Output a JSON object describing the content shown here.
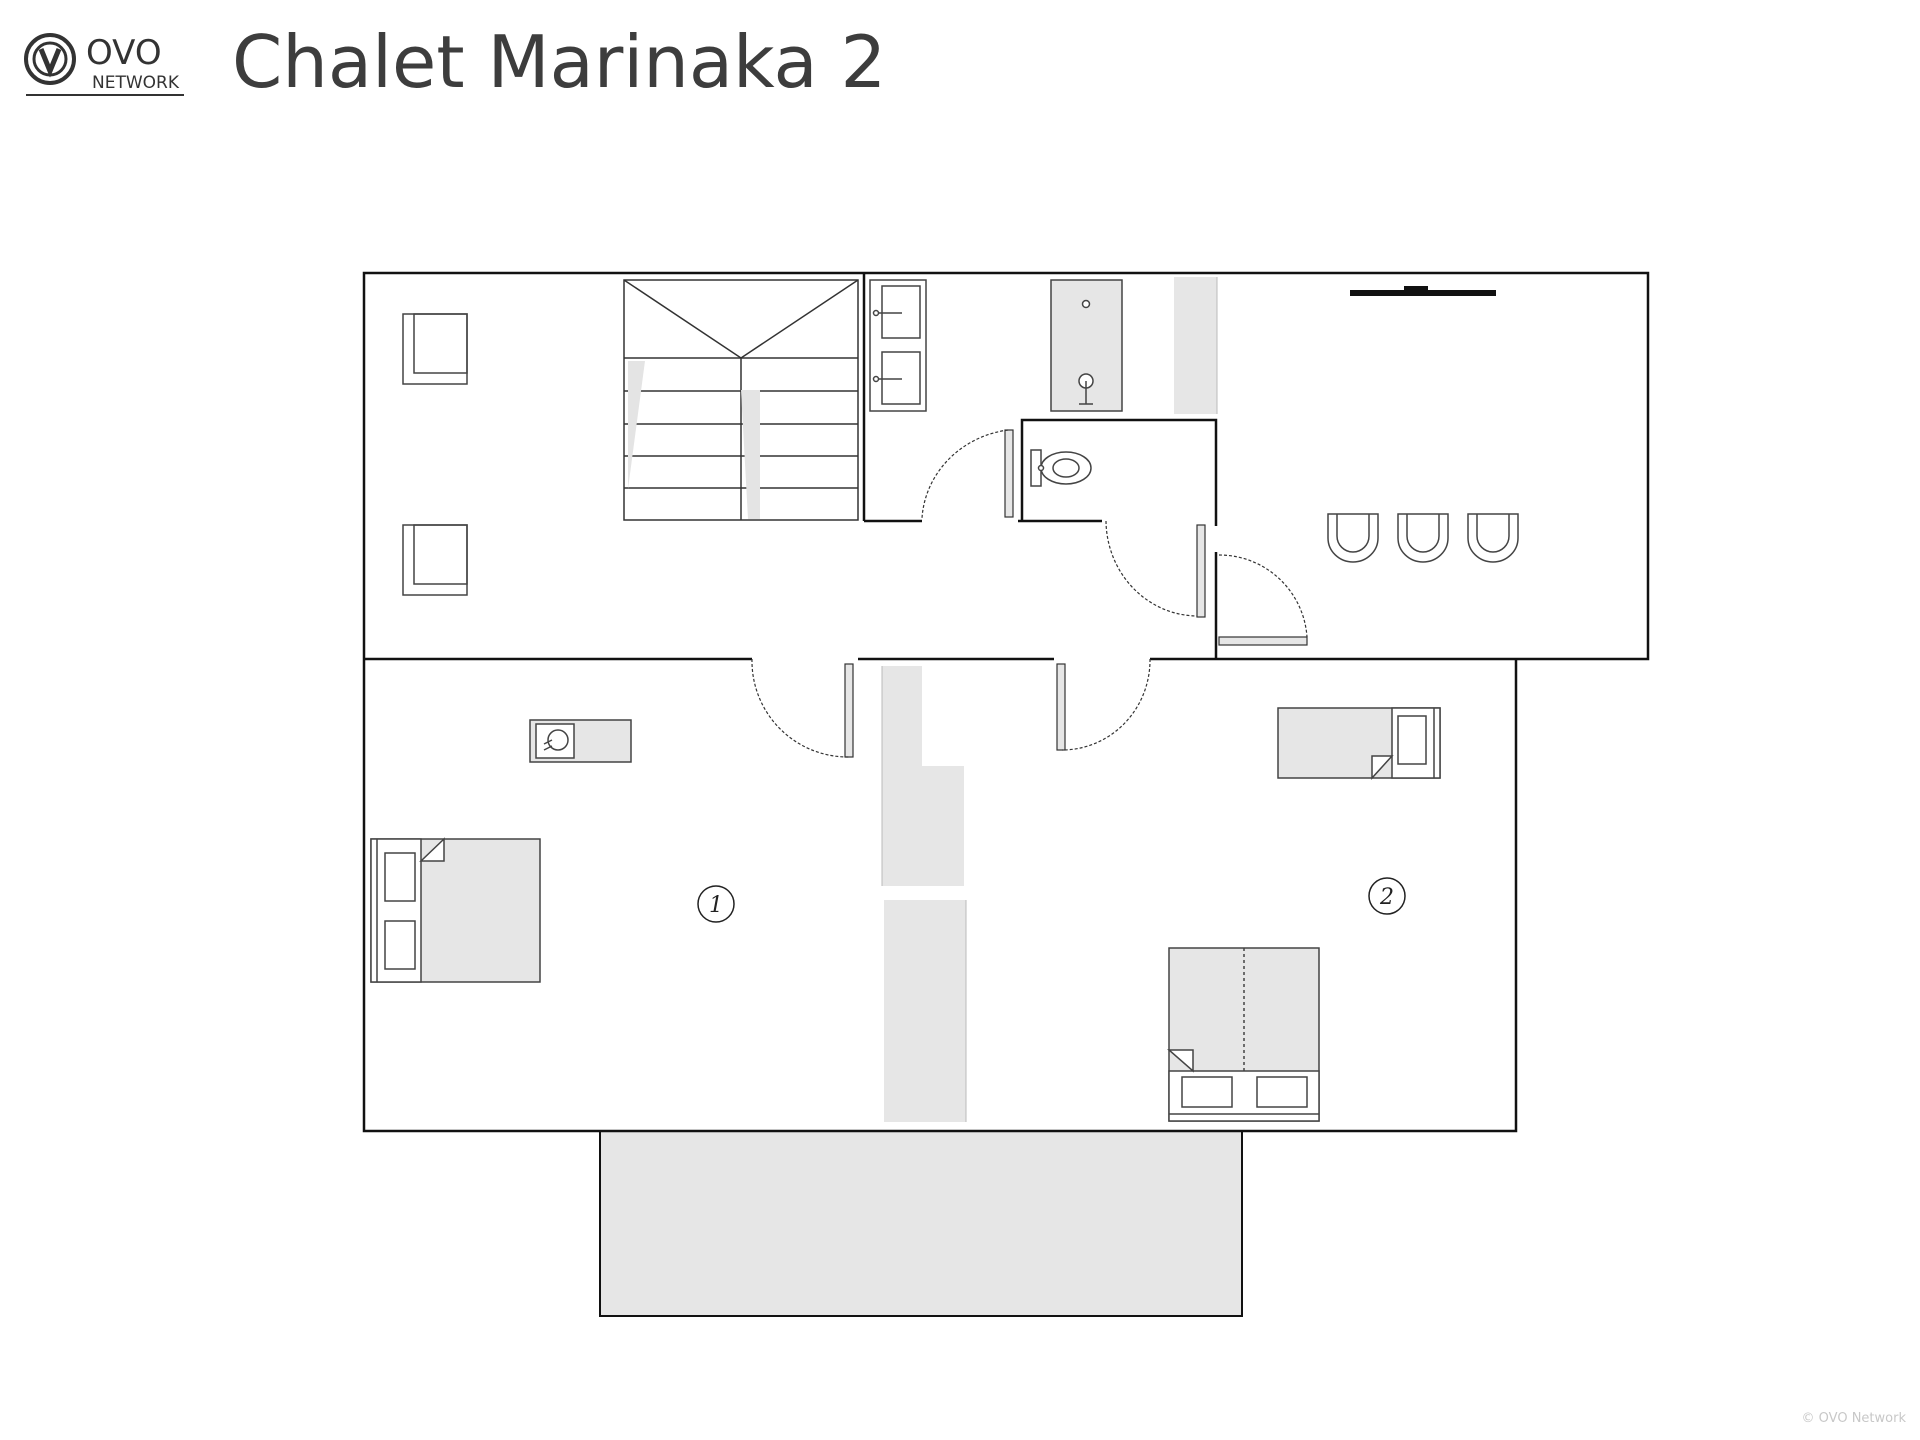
{
  "logo": {
    "brand": "OVO",
    "sub": "NETWORK"
  },
  "title": "Chalet Marinaka 2",
  "rooms": [
    {
      "id": "bedroom-1",
      "number": "1"
    },
    {
      "id": "bedroom-2",
      "number": "2"
    }
  ],
  "copyright": "© OVO Network",
  "colors": {
    "wall": "#111111",
    "fill": "#e6e6e6",
    "furniture_stroke": "#555555",
    "title": "#3d3d3d"
  }
}
